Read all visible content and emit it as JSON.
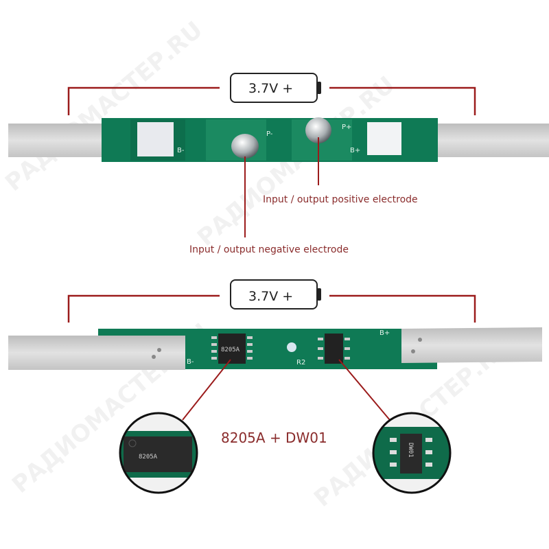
{
  "watermark": "РАДИОМАСТЕР.RU",
  "top_panel": {
    "battery_label": "3.7V +",
    "silk_b_minus": "B-",
    "silk_p_minus": "P-",
    "silk_p_plus": "P+",
    "silk_b_plus": "B+",
    "positive_label": "Input / output positive electrode",
    "negative_label": "Input / output negative electrode"
  },
  "bottom_panel": {
    "battery_label": "3.7V +",
    "silk_b_minus": "B-",
    "silk_b_plus": "B+",
    "silk_r2": "R2",
    "chip_8205_marking": "8205A",
    "chip_dw01_marking": "DW01",
    "chips_label": "8205A + DW01"
  },
  "colors": {
    "annotation_line": "#9b1b1b",
    "label_text": "#8a2c2c",
    "pcb_green": "#0f7a55",
    "nickel": "#cfcfcf"
  }
}
